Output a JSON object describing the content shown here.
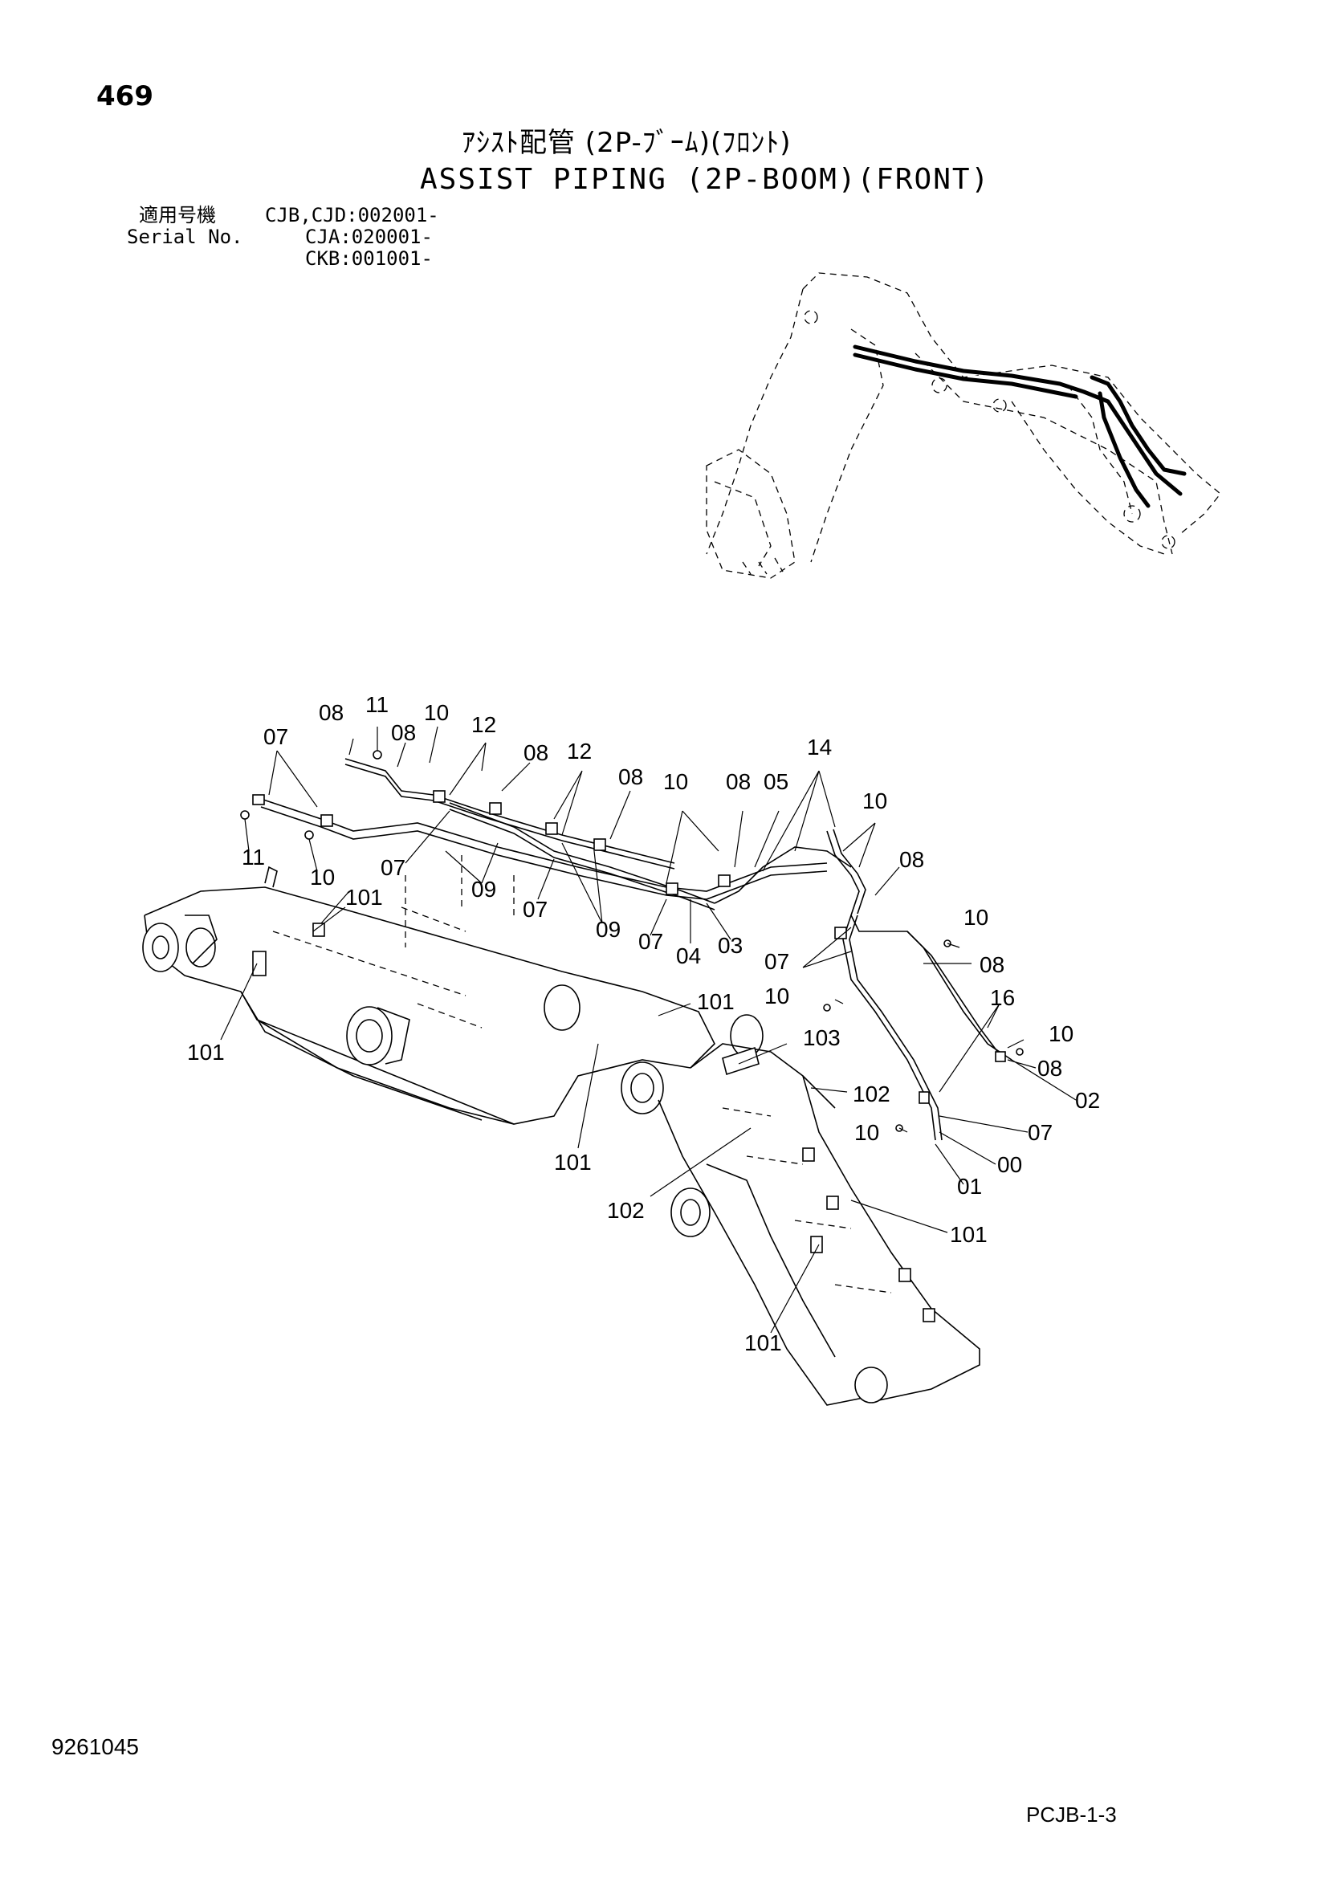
{
  "header": {
    "page_number": "469",
    "title_jp": "ｱｼｽﾄ配管 (2P-ﾌﾞｰﾑ)(ﾌﾛﾝﾄ)",
    "title_en": "ASSIST PIPING (2P-BOOM)(FRONT)"
  },
  "serial": {
    "label_jp": "適用号機",
    "label_en": "Serial No.",
    "line1": "CJB,CJD:002001-",
    "line2": "CJA:020001-",
    "line3": "CKB:001001-"
  },
  "footer": {
    "doc_number": "9261045",
    "sheet_code": "PCJB-1-3"
  },
  "callouts": [
    "08",
    "11",
    "10",
    "08",
    "12",
    "08",
    "12",
    "08",
    "10",
    "08",
    "05",
    "14",
    "07",
    "10",
    "11",
    "10",
    "101",
    "07",
    "09",
    "07",
    "09",
    "07",
    "04",
    "03",
    "08",
    "07",
    "10",
    "08",
    "10",
    "16",
    "10",
    "08",
    "02",
    "07",
    "10",
    "00",
    "01",
    "101",
    "103",
    "101",
    "102",
    "101",
    "102",
    "101",
    "101"
  ]
}
